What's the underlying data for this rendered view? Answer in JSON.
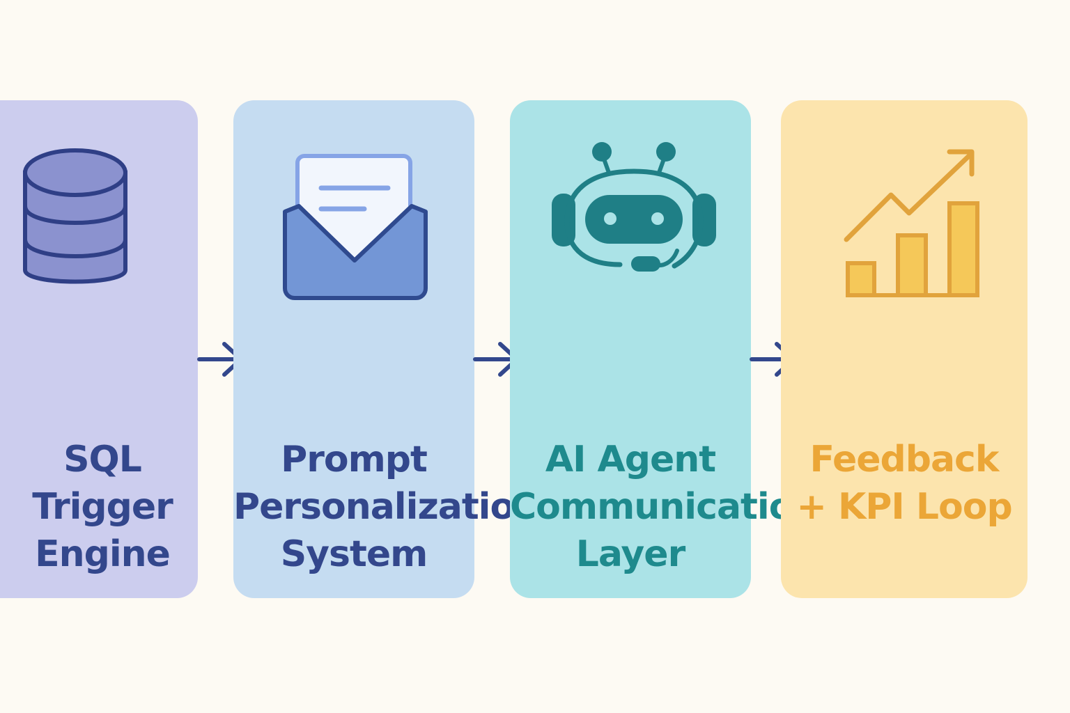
{
  "stages": [
    {
      "id": "sql",
      "lines": [
        "SQL",
        "Trigger",
        "Engine"
      ],
      "icon": "database-icon"
    },
    {
      "id": "prompt",
      "lines": [
        "Prompt",
        "Personalization",
        "System"
      ],
      "icon": "envelope-icon"
    },
    {
      "id": "agent",
      "lines": [
        "AI Agent",
        "Communication",
        "Layer"
      ],
      "icon": "robot-headset-icon"
    },
    {
      "id": "feedback",
      "lines": [
        "Feedback",
        "+ KPI Loop"
      ],
      "icon": "growth-chart-icon"
    }
  ],
  "colors": {
    "background": "#fdfaf3",
    "panel_sql": "#cccdee",
    "panel_prompt": "#c5dcf1",
    "panel_agent": "#abe3e7",
    "panel_feedback": "#fce4ad",
    "text_navy": "#33478c",
    "text_teal": "#1e8a8d",
    "text_orange": "#eba637",
    "arrow": "#33478c"
  }
}
